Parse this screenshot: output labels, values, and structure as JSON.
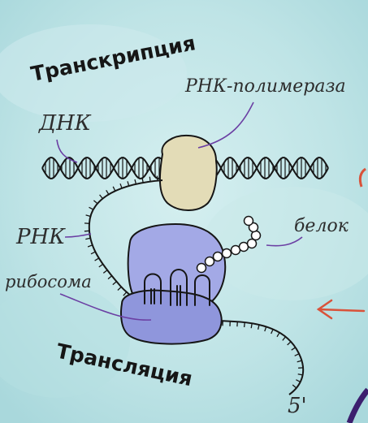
{
  "title_top": "Транскрипция",
  "title_bottom": "Трансляция",
  "labels": {
    "dna": "ДНК",
    "rna_polymerase": "РНК-полимераза",
    "rna": "РНК",
    "protein": "белок",
    "ribosome": "рибосома",
    "five_prime": "5'"
  },
  "colors": {
    "background": "#bfe4e6",
    "polymerase": "#e3dcb7",
    "ribosome": "#a3a9e6",
    "leader_line": "#6b3fa3",
    "arrow_red": "#d9523a",
    "ink": "#161616"
  },
  "icons": [
    "arrow-left-icon"
  ]
}
